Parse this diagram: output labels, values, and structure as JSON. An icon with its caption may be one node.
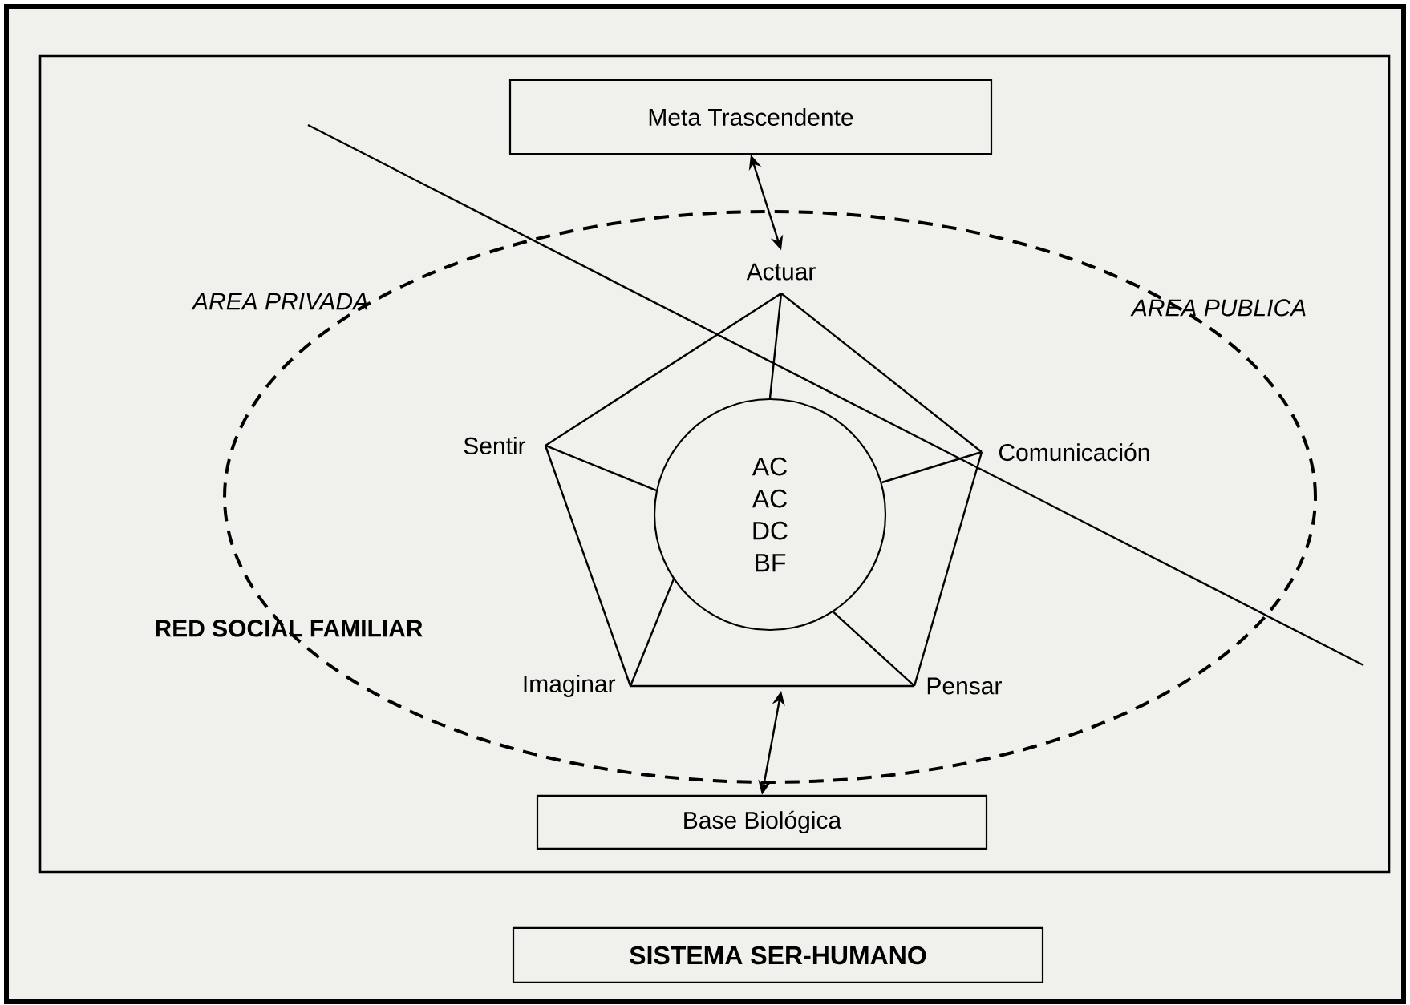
{
  "diagram": {
    "caption": "SISTEMA SER-HUMANO",
    "nodes": [
      {
        "text": [
          "Meta Trascendente"
        ]
      },
      {
        "text": [
          "Actuar"
        ]
      },
      {
        "text": [
          "Comunicación"
        ]
      },
      {
        "text": [
          "Pensar"
        ]
      },
      {
        "text": [
          "Imaginar"
        ]
      },
      {
        "text": [
          "Sentir"
        ]
      },
      {
        "text": [
          "AC",
          "AC",
          "DC",
          "BF"
        ]
      },
      {
        "text": [
          "Base  Biológica"
        ]
      }
    ],
    "edges": [
      {
        "from": 0,
        "to": 1,
        "arrow": "both"
      },
      {
        "from": null,
        "to": 7,
        "arrow": "both"
      },
      {
        "from": 1,
        "to": 2,
        "arrow": "none"
      },
      {
        "from": 2,
        "to": 3,
        "arrow": "none"
      },
      {
        "from": 3,
        "to": 4,
        "arrow": "none"
      },
      {
        "from": 4,
        "to": 5,
        "arrow": "none"
      },
      {
        "from": 5,
        "to": 1,
        "arrow": "none"
      },
      {
        "from": 1,
        "to": 6,
        "arrow": "none"
      },
      {
        "from": 5,
        "to": 6,
        "arrow": "none"
      },
      {
        "from": 2,
        "to": 6,
        "arrow": "none"
      },
      {
        "from": 3,
        "to": 6,
        "arrow": "none"
      },
      {
        "from": 4,
        "to": 6,
        "arrow": "none"
      }
    ],
    "labels": [
      "AREA PRIVADA",
      "AREA PUBLICA",
      "RED SOCIAL FAMILIAR"
    ]
  }
}
